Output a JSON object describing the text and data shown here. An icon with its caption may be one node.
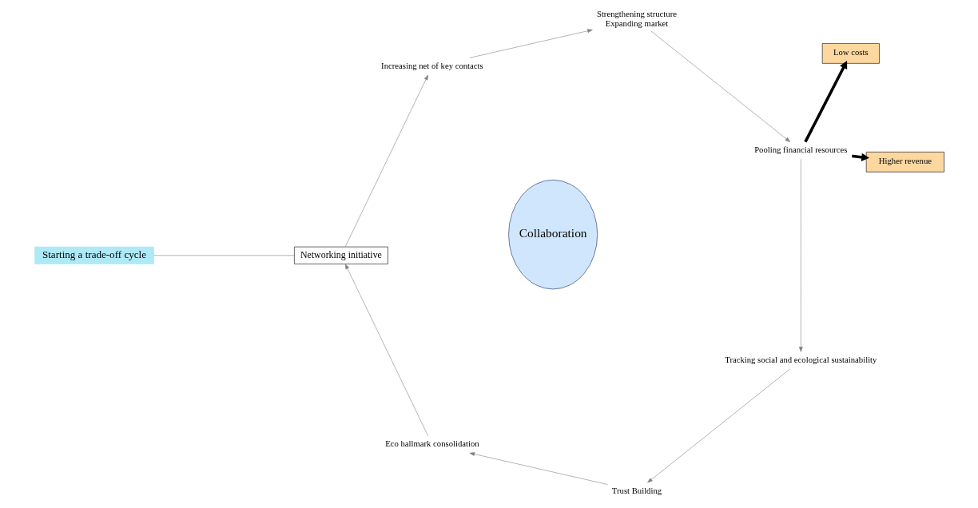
{
  "diagram": {
    "nodes": [
      {
        "text": [
          "Starting a trade-off cycle"
        ]
      },
      {
        "text": [
          "Networking initiative"
        ]
      },
      {
        "text": [
          "Eco hallmark consolidation"
        ]
      },
      {
        "text": [
          "Trust Building"
        ]
      },
      {
        "text": [
          "Tracking social and ecological sustainability"
        ]
      },
      {
        "text": [
          "Pooling financial resources"
        ]
      },
      {
        "text": [
          "Strengthening structure",
          "Expanding market"
        ]
      },
      {
        "text": [
          "Increasing net of key contacts"
        ]
      },
      {
        "text": [
          "Collaboration"
        ]
      },
      {
        "text": [
          "Higher revenue"
        ]
      },
      {
        "text": [
          "Low costs"
        ]
      }
    ],
    "edges": [
      {
        "from": 0,
        "to": 1,
        "arrow": "none"
      },
      {
        "from": 1,
        "to": 7,
        "arrow": "to"
      },
      {
        "from": 7,
        "to": 6,
        "arrow": "to"
      },
      {
        "from": 6,
        "to": 5,
        "arrow": "to"
      },
      {
        "from": 5,
        "to": 4,
        "arrow": "to"
      },
      {
        "from": 4,
        "to": 3,
        "arrow": "to"
      },
      {
        "from": 3,
        "to": 2,
        "arrow": "to"
      },
      {
        "from": 2,
        "to": 1,
        "arrow": "to"
      },
      {
        "from": 5,
        "to": 9,
        "arrow": "to",
        "style": "thick",
        "color": "#000000"
      },
      {
        "from": 5,
        "to": 10,
        "arrow": "to",
        "style": "thick",
        "color": "#000000"
      }
    ]
  }
}
